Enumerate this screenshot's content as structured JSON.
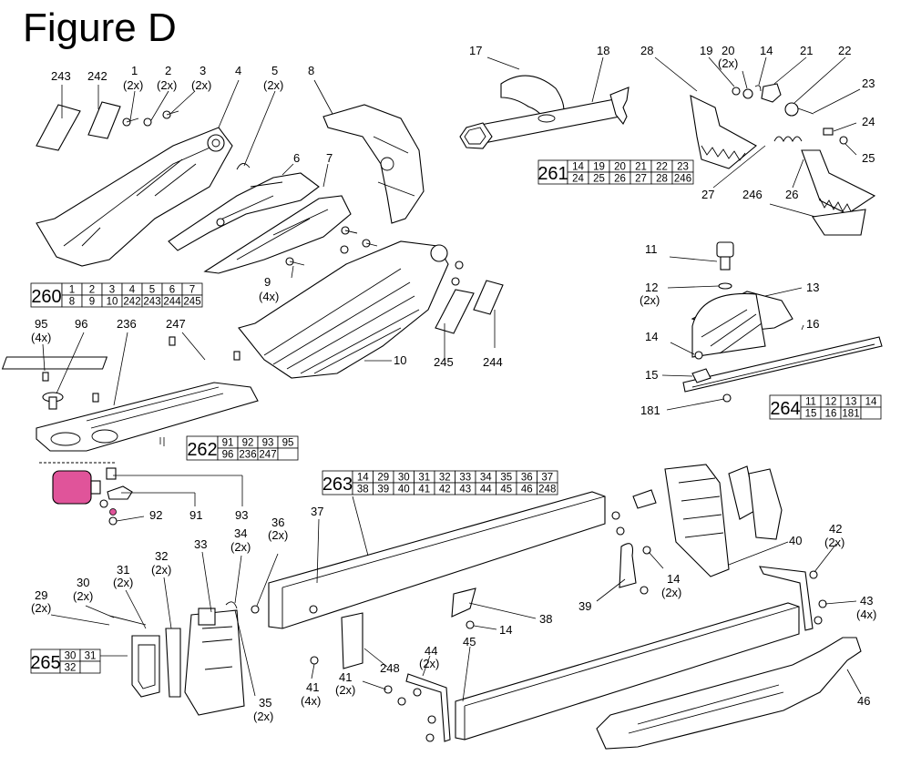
{
  "figure_title": "Figure D",
  "labels": {
    "l243": "243",
    "l242": "242",
    "l1": "1",
    "l1q": "(2x)",
    "l2": "2",
    "l2q": "(2x)",
    "l3": "3",
    "l3q": "(2x)",
    "l4": "4",
    "l5": "5",
    "l5q": "(2x)",
    "l8": "8",
    "l6": "6",
    "l7": "7",
    "l9": "9",
    "l9q": "(4x)",
    "l10": "10",
    "l245": "245",
    "l244": "244",
    "l17": "17",
    "l18": "18",
    "l28": "28",
    "l19": "19",
    "l20": "20",
    "l20q": "(2x)",
    "l14a": "14",
    "l21": "21",
    "l22": "22",
    "l23": "23",
    "l24": "24",
    "l25": "25",
    "l27": "27",
    "l26": "26",
    "l246": "246",
    "l11": "11",
    "l12": "12",
    "l12q": "(2x)",
    "l13": "13",
    "l16": "16",
    "l14b": "14",
    "l15": "15",
    "l181": "181",
    "l95": "95",
    "l95q": "(4x)",
    "l96": "96",
    "l236": "236",
    "l247": "247",
    "l93": "93",
    "l91": "91",
    "l92": "92",
    "l37": "37",
    "l36": "36",
    "l36q": "(2x)",
    "l34": "34",
    "l34q": "(2x)",
    "l33": "33",
    "l32": "32",
    "l32q": "(2x)",
    "l31": "31",
    "l31q": "(2x)",
    "l30": "30",
    "l30q": "(2x)",
    "l29": "29",
    "l29q": "(2x)",
    "l35": "35",
    "l35q": "(2x)",
    "l38": "38",
    "l14c": "14",
    "l39": "39",
    "l14d": "14",
    "l14dq": "(2x)",
    "l40": "40",
    "l42": "42",
    "l42q": "(2x)",
    "l43": "43",
    "l43q": "(4x)",
    "l44": "44",
    "l44q": "(2x)",
    "l45": "45",
    "l41a": "41",
    "l41aq": "(4x)",
    "l41b": "41",
    "l41bq": "(2x)",
    "l248": "248",
    "l46": "46"
  },
  "kits": {
    "k260": {
      "id": "260",
      "row1": [
        "1",
        "2",
        "3",
        "4",
        "5",
        "6",
        "7"
      ],
      "row2": [
        "8",
        "9",
        "10",
        "242",
        "243",
        "244",
        "245"
      ]
    },
    "k261": {
      "id": "261",
      "row1": [
        "14",
        "19",
        "20",
        "21",
        "22",
        "23"
      ],
      "row2": [
        "24",
        "25",
        "26",
        "27",
        "28",
        "246"
      ]
    },
    "k262": {
      "id": "262",
      "row1": [
        "91",
        "92",
        "93",
        "95"
      ],
      "row2": [
        "96",
        "236",
        "247",
        ""
      ]
    },
    "k263": {
      "id": "263",
      "row1": [
        "14",
        "29",
        "30",
        "31",
        "32",
        "33",
        "34",
        "35",
        "36",
        "37"
      ],
      "row2": [
        "38",
        "39",
        "40",
        "41",
        "42",
        "43",
        "44",
        "45",
        "46",
        "248"
      ]
    },
    "k264": {
      "id": "264",
      "row1": [
        "11",
        "12",
        "13",
        "14"
      ],
      "row2": [
        "15",
        "16",
        "181",
        ""
      ]
    },
    "k265": {
      "id": "265",
      "row1": [
        "30",
        "31"
      ],
      "row2": [
        "32",
        ""
      ]
    }
  },
  "colors": {
    "highlight": "#e0549a",
    "line": "#000000",
    "background": "#ffffff"
  }
}
